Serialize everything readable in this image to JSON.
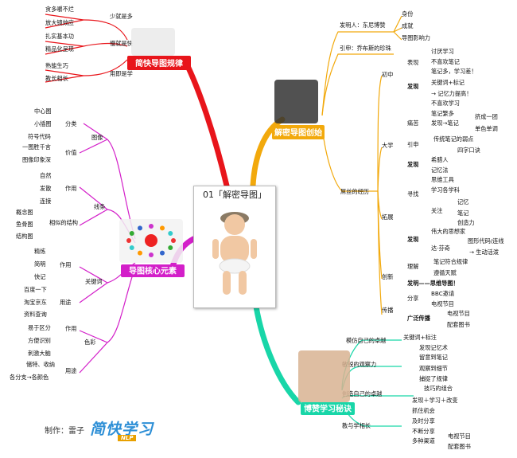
{
  "center": {
    "title": "01「解密导图」"
  },
  "credit": {
    "label": "制作：雷子",
    "brand": "简快学习",
    "brand_sub": "NLP"
  },
  "hubs": [
    {
      "id": "law",
      "label": "简快导图规律",
      "color": "#e8151b"
    },
    {
      "id": "decode",
      "label": "解密导图创始",
      "color": "#f2a90c"
    },
    {
      "id": "core",
      "label": "导图核心元素",
      "color": "#d31fc9"
    },
    {
      "id": "learn",
      "label": "博赞学习秘诀",
      "color": "#18d6a8"
    }
  ],
  "nodes": {
    "law": [
      {
        "text": "少就是多"
      },
      {
        "text": "贪多嚼不烂"
      },
      {
        "text": "放大镜效应"
      },
      {
        "text": "慢就是快"
      },
      {
        "text": "扎实基本功"
      },
      {
        "text": "精品化呈现"
      },
      {
        "text": "用即是学"
      },
      {
        "text": "熟能生巧"
      },
      {
        "text": "教长相长"
      }
    ],
    "decode": [
      {
        "text": "发明人：东尼博赞"
      },
      {
        "text": "身份"
      },
      {
        "text": "成就"
      },
      {
        "text": "导图影响力"
      },
      {
        "text": "引申：乔布斯的珍珠"
      },
      {
        "text": "屌丝的经历"
      },
      {
        "text": "初中"
      },
      {
        "text": "表现"
      },
      {
        "text": "讨厌学习"
      },
      {
        "text": "不喜欢笔记"
      },
      {
        "text": "笔记多，学习差！"
      },
      {
        "text": "发现"
      },
      {
        "text": "关键词+标记"
      },
      {
        "text": "→ 记忆力提高！"
      },
      {
        "text": "大学"
      },
      {
        "text": "痛苦"
      },
      {
        "text": "不喜欢学习"
      },
      {
        "text": "笔记繁多"
      },
      {
        "text": "发现→笔记"
      },
      {
        "text": "挤成一团"
      },
      {
        "text": "单色单调"
      },
      {
        "text": "引申"
      },
      {
        "text": "传统笔记的弱点"
      },
      {
        "text": "四字口诀"
      },
      {
        "text": "发现"
      },
      {
        "text": "希腊人"
      },
      {
        "text": "记忆法"
      },
      {
        "text": "拓展"
      },
      {
        "text": "思维工具"
      },
      {
        "text": "寻找"
      },
      {
        "text": "学习各学科"
      },
      {
        "text": "关注"
      },
      {
        "text": "记忆"
      },
      {
        "text": "笔记"
      },
      {
        "text": "创造力"
      },
      {
        "text": "发现"
      },
      {
        "text": "伟大的思想家"
      },
      {
        "text": "达·芬奇"
      },
      {
        "text": "图形代码/连线"
      },
      {
        "text": "→ 生动活泼"
      },
      {
        "text": "创新"
      },
      {
        "text": "理解"
      },
      {
        "text": "笔记符合规律"
      },
      {
        "text": "遵循天赋"
      },
      {
        "text": "发明——思维导图！"
      },
      {
        "text": "传播"
      },
      {
        "text": "分享"
      },
      {
        "text": "BBC邀请"
      },
      {
        "text": "电视节目"
      },
      {
        "text": "广泛传播"
      },
      {
        "text": "电视节目"
      },
      {
        "text": "配套图书"
      }
    ],
    "core": [
      {
        "text": "图像"
      },
      {
        "text": "分类"
      },
      {
        "text": "中心图"
      },
      {
        "text": "小插图"
      },
      {
        "text": "符号代码"
      },
      {
        "text": "价值"
      },
      {
        "text": "一图胜千言"
      },
      {
        "text": "图像印象深"
      },
      {
        "text": "线条"
      },
      {
        "text": "作用"
      },
      {
        "text": "自然"
      },
      {
        "text": "发散"
      },
      {
        "text": "连接"
      },
      {
        "text": "相似的结构"
      },
      {
        "text": "概念图"
      },
      {
        "text": "鱼骨图"
      },
      {
        "text": "结构图"
      },
      {
        "text": "关键词"
      },
      {
        "text": "作用"
      },
      {
        "text": "精炼"
      },
      {
        "text": "简明"
      },
      {
        "text": "快记"
      },
      {
        "text": "用途"
      },
      {
        "text": "百度一下"
      },
      {
        "text": "淘宝京东"
      },
      {
        "text": "资料查询"
      },
      {
        "text": "色彩"
      },
      {
        "text": "作用"
      },
      {
        "text": "易于区分"
      },
      {
        "text": "方便识别"
      },
      {
        "text": "刺激大脑"
      },
      {
        "text": "用途"
      },
      {
        "text": "储特、收纳"
      },
      {
        "text": "各分支→各颜色"
      }
    ],
    "learn": [
      {
        "text": "模仿自己的卓越"
      },
      {
        "text": "关键词+标注"
      },
      {
        "text": "敏锐的观察力"
      },
      {
        "text": "发现记忆术"
      },
      {
        "text": "留意到笔记"
      },
      {
        "text": "观察到细节"
      },
      {
        "text": "捕捉了规律"
      },
      {
        "text": "创造自己的卓越"
      },
      {
        "text": "技巧的组合"
      },
      {
        "text": "发现＋学习＋改变"
      },
      {
        "text": "教与学相长"
      },
      {
        "text": "抓住机会"
      },
      {
        "text": "及时分享"
      },
      {
        "text": "不断分享"
      },
      {
        "text": "多种渠道"
      },
      {
        "text": "电视节目"
      },
      {
        "text": "配套图书"
      }
    ]
  }
}
